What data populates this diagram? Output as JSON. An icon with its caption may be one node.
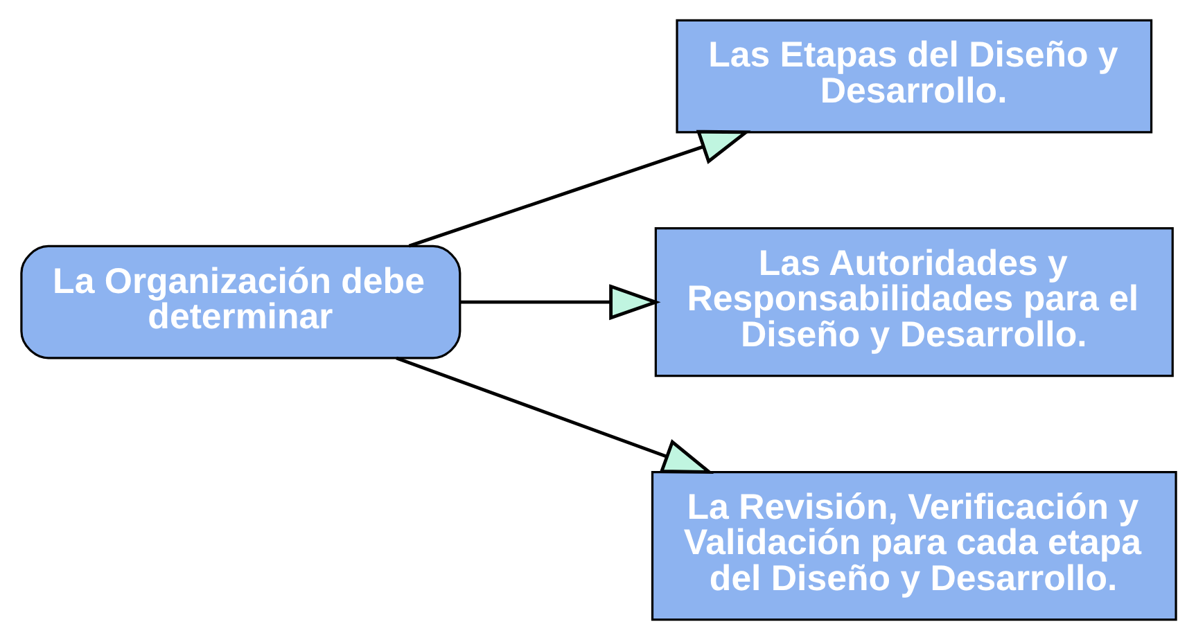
{
  "diagram": {
    "nodes": [
      {
        "text": [
          "La Organización debe determinar"
        ]
      },
      {
        "text": [
          "Las Etapas del Diseño y Desarrollo."
        ]
      },
      {
        "text": [
          "Las Autoridades y Responsabilidades para el Diseño y Desarrollo."
        ]
      },
      {
        "text": [
          "La Revisión, Verificación y Validación para cada etapa del Diseño y Desarrollo."
        ]
      }
    ],
    "edges": [
      {
        "from": 0,
        "to": 1,
        "arrow": "to"
      },
      {
        "from": 0,
        "to": 2,
        "arrow": "to"
      },
      {
        "from": 0,
        "to": 3,
        "arrow": "to"
      }
    ]
  }
}
